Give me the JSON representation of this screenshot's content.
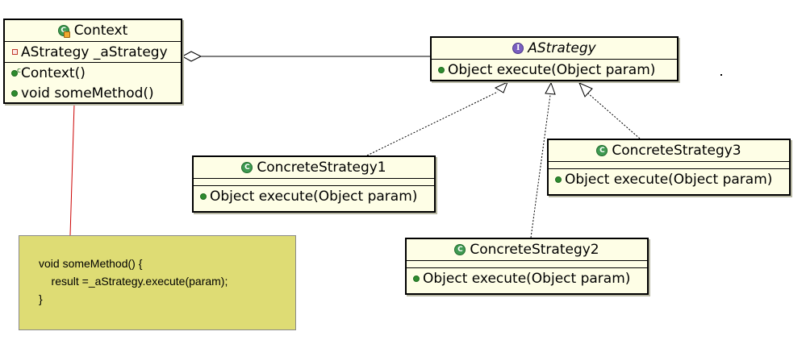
{
  "colors": {
    "class_fill": "#fefee6",
    "note_fill": "#dedc74",
    "note_link": "#cc0000",
    "public_marker": "#2e8b2e",
    "private_marker": "#c0392b"
  },
  "classes": {
    "context": {
      "name": "Context",
      "icon": "class-icon",
      "attributes": [
        {
          "visibility": "private",
          "text": "AStrategy _aStrategy"
        }
      ],
      "operations": [
        {
          "visibility": "public",
          "constructor": true,
          "text": "Context()"
        },
        {
          "visibility": "public",
          "text": "void someMethod()"
        }
      ]
    },
    "astrategy": {
      "name": "AStrategy",
      "stereotype": "interface",
      "icon": "interface-icon",
      "operations": [
        {
          "visibility": "public",
          "text": "Object execute(Object param)"
        }
      ]
    },
    "concrete1": {
      "name": "ConcreteStrategy1",
      "icon": "class-icon",
      "operations": [
        {
          "visibility": "public",
          "text": "Object execute(Object param)"
        }
      ]
    },
    "concrete2": {
      "name": "ConcreteStrategy2",
      "icon": "class-icon",
      "operations": [
        {
          "visibility": "public",
          "text": "Object execute(Object param)"
        }
      ]
    },
    "concrete3": {
      "name": "ConcreteStrategy3",
      "icon": "class-icon",
      "operations": [
        {
          "visibility": "public",
          "text": "Object execute(Object param)"
        }
      ]
    }
  },
  "relationships": [
    {
      "type": "aggregation",
      "from": "Context",
      "to": "AStrategy"
    },
    {
      "type": "realization",
      "from": "ConcreteStrategy1",
      "to": "AStrategy"
    },
    {
      "type": "realization",
      "from": "ConcreteStrategy2",
      "to": "AStrategy"
    },
    {
      "type": "realization",
      "from": "ConcreteStrategy3",
      "to": "AStrategy"
    },
    {
      "type": "note-link",
      "from": "Context",
      "to": "note"
    }
  ],
  "note": {
    "lines": [
      "void someMethod() {",
      "    result =_aStrategy.execute(param);",
      "}"
    ]
  }
}
